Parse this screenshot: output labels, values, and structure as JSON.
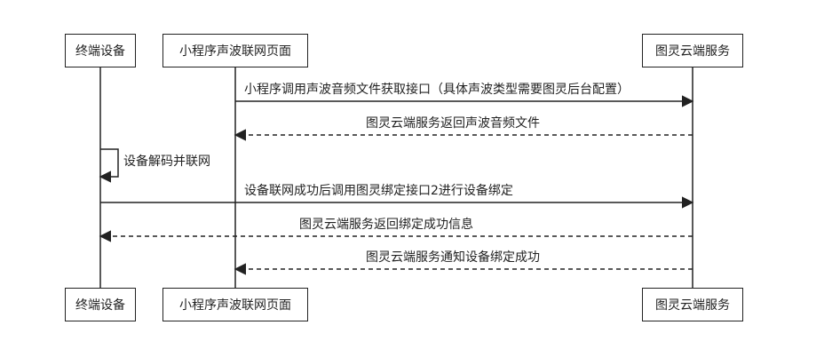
{
  "participants": {
    "device": "终端设备",
    "miniapp": "小程序声波联网页面",
    "cloud": "图灵云端服务"
  },
  "messages": [
    {
      "text": "小程序调用声波音频文件获取接口（具体声波类型需要图灵后台配置）"
    },
    {
      "text": "图灵云端服务返回声波音频文件"
    },
    {
      "text": "设备解码并联网"
    },
    {
      "text": "设备联网成功后调用图灵绑定接口2进行设备绑定"
    },
    {
      "text": "图灵云端服务返回绑定成功信息"
    },
    {
      "text": "图灵云端服务通知设备绑定成功"
    }
  ]
}
